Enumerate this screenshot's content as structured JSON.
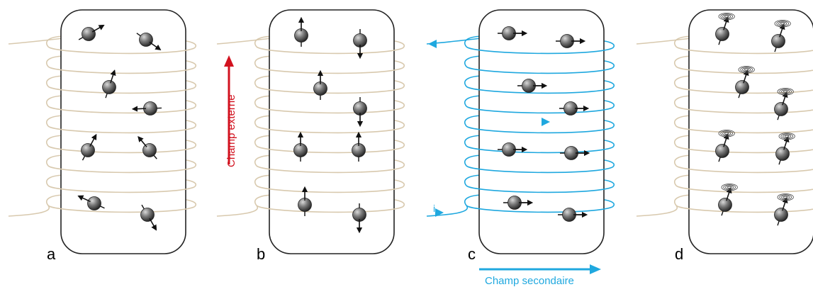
{
  "panels": [
    {
      "id": "a",
      "label": "a",
      "mode": "random"
    },
    {
      "id": "b",
      "label": "b",
      "mode": "aligned-external"
    },
    {
      "id": "c",
      "label": "c",
      "mode": "secondary-current"
    },
    {
      "id": "d",
      "label": "d",
      "mode": "precessing"
    }
  ],
  "labels": {
    "external_field": "Champ externe",
    "secondary_field": "Champ secondaire",
    "current": "i"
  },
  "colors": {
    "coil": "#d8c9ae",
    "coil_active": "#1fa8df",
    "external_field_arrow": "#d2121f",
    "secondary_field_arrow": "#1fa8df",
    "label_blue": "#1fa8df",
    "sample_outline": "#222222"
  },
  "icons": {
    "spin": "spin-sphere-icon",
    "precession": "precession-spiral-icon"
  }
}
